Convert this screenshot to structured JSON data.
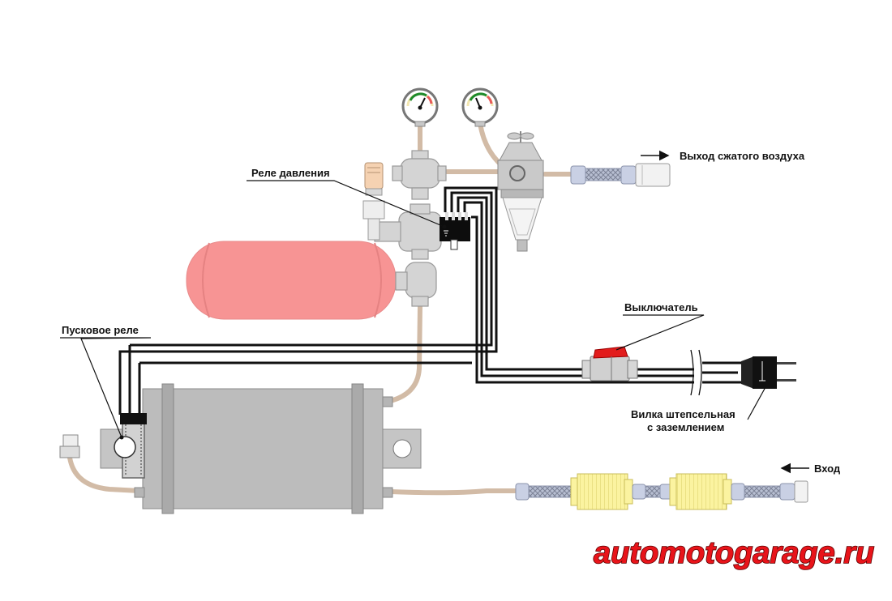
{
  "labels": {
    "pressure_relay": "Реле давления",
    "air_output": "Выход сжатого воздуха",
    "switch": "Выключатель",
    "start_relay": "Пусковое реле",
    "plug_line1": "Вилка штепсельная",
    "plug_line2": "с заземлением",
    "input": "Вход"
  },
  "watermark": "automotogarage.ru",
  "colors": {
    "hose": "#d2bba6",
    "metal": "#c8c8c8",
    "metal_dark": "#6f6f6f",
    "receiver": "#f79494",
    "filter_yellow": "#fbf3a0",
    "switch_red": "#e21c1c",
    "watermark": "#e8141a"
  }
}
